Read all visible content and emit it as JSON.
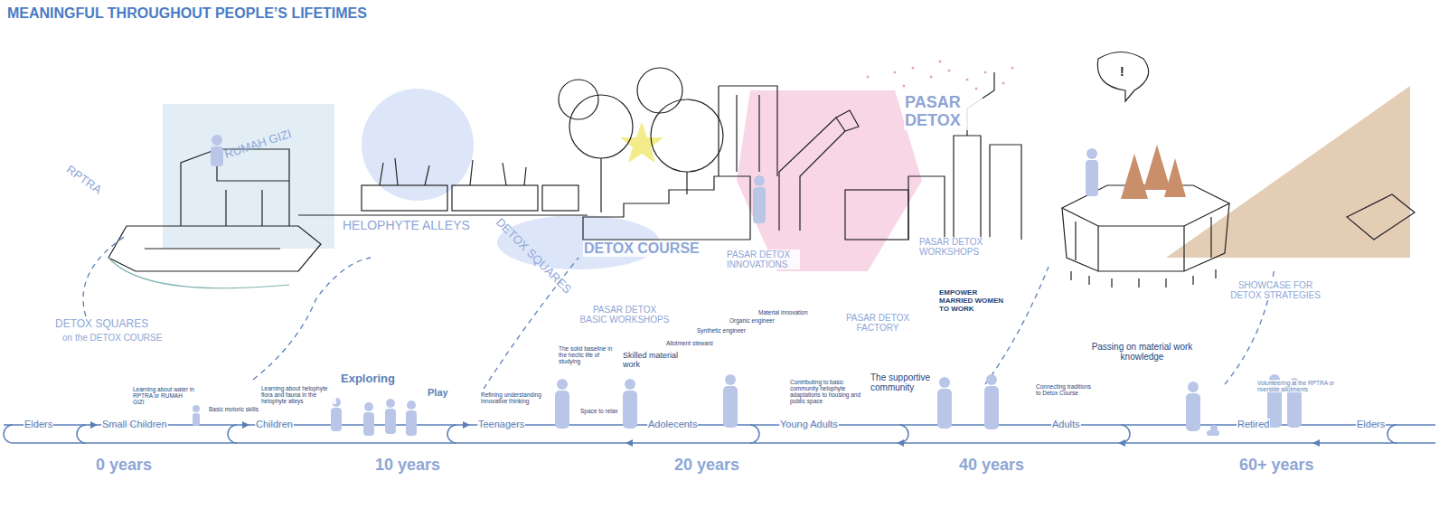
{
  "diagram": {
    "title": "MEANINGFUL THROUGHOUT PEOPLE’S LIFETIMES",
    "labels": [
      "RPTRA",
      "RUMAH GIZI",
      "HELOPHYTE ALLEYS",
      "DETOX SQUARES",
      "DETOX COURSE",
      "PASAR DETOX INNOVATIONS",
      "PASAR DETOX",
      "PASAR DETOX WORKSHOPS",
      "!",
      "SHOWCASE FOR DETOX STRATEGIES",
      "DETOX SQUARES",
      "on the DETOX COURSE",
      "PASAR DETOX BASIC WORKSHOPS",
      "PASAR DETOX FACTORY",
      "Learning about water in RPTRA or RUMAH GIZI",
      "Basic motoric skills",
      "Learning about helophyte flora and fauna in the helophyte alleys",
      "Exploring",
      "Play",
      "Refining understanding innovative thinking",
      "The solid baseline in the hectic life of studying",
      "Space to relax",
      "Skilled material work",
      "Allotment steward",
      "Synthetic engineer",
      "Organic engineer",
      "Material innovation",
      "Contributing to basic community helophyte adaptations to housing and public space",
      "The supportive community",
      "EMPOWER MARRIED WOMEN TO WORK",
      "Connecting traditions to Detox Course",
      "Passing on material work knowledge",
      "Volunteering at the RPTRA or riverside allotments",
      "Elders",
      "Small Children",
      "Children",
      "Teenagers",
      "Adolecents",
      "Young Adults",
      "Adults",
      "Retired",
      "Elders",
      "0 years",
      "10 years",
      "20 years",
      "40 years",
      "60+ years"
    ]
  }
}
